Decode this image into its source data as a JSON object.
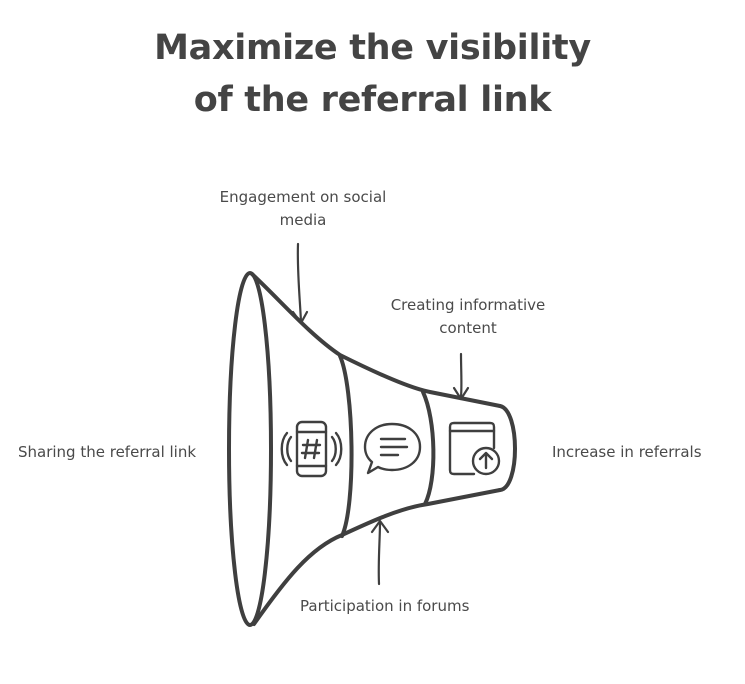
{
  "title": {
    "line1": "Maximize the visibility",
    "line2": "of the referral link"
  },
  "labels": {
    "sharing": "Sharing the referral link",
    "social_line1": "Engagement on social",
    "social_line2": "media",
    "content_line1": "Creating informative",
    "content_line2": "content",
    "forums": "Participation in forums",
    "increase": "Increase in referrals"
  },
  "icons": {
    "segment1": "phone-hashtag-icon",
    "segment2": "chat-bubble-icon",
    "segment3": "browser-upload-icon"
  },
  "colors": {
    "stroke": "#3f3f3f",
    "text": "#4a4a4a",
    "background": "#ffffff"
  }
}
